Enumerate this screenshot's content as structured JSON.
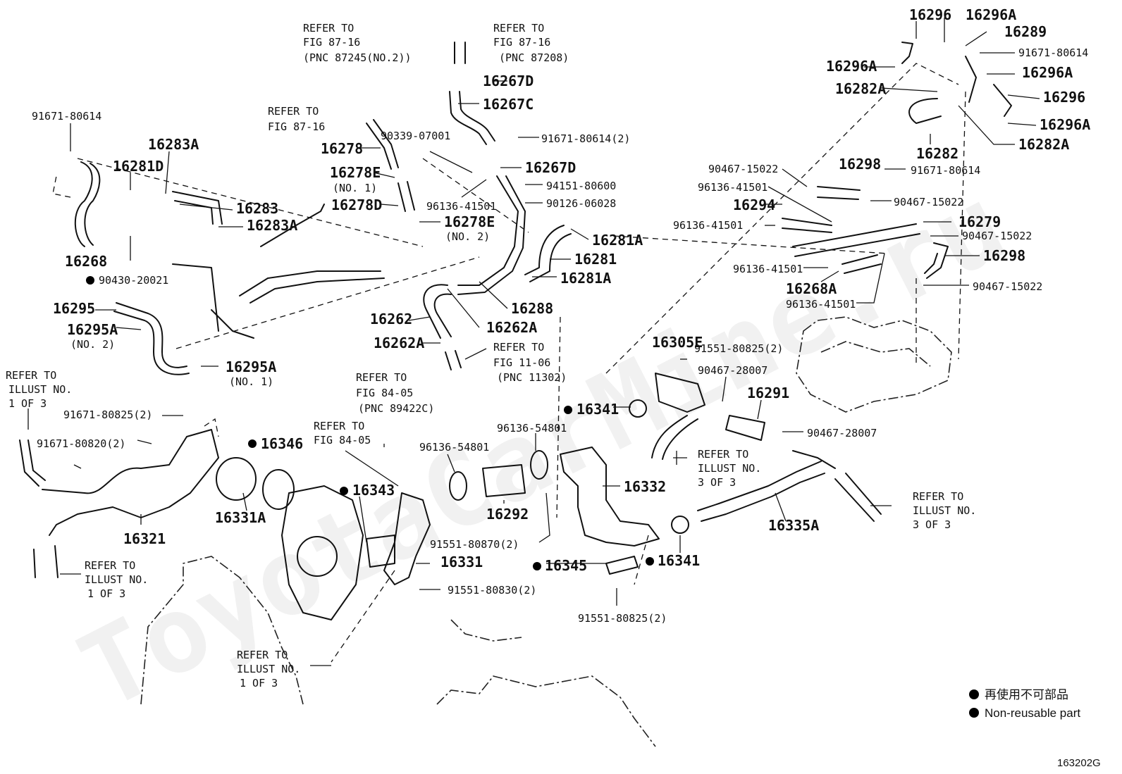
{
  "watermark": "ToyotaCarMine.ru",
  "figure_code": "163202G",
  "legend": {
    "line_cn": "再使用不可部品",
    "line_en": "Non-reusable part"
  },
  "refer_notes": {
    "fig87_16_a": {
      "l1": "REFER TO",
      "l2": "FIG 87-16",
      "l3": "(PNC 87245(NO.2))"
    },
    "fig87_16_b": {
      "l1": "REFER TO",
      "l2": "FIG 87-16",
      "l3": "(PNC 87208)"
    },
    "fig87_16_c": {
      "l1": "REFER TO",
      "l2": "FIG 87-16"
    },
    "fig11_06": {
      "l1": "REFER TO",
      "l2": "FIG 11-06",
      "l3": "(PNC 11302)"
    },
    "fig84_05_a": {
      "l1": "REFER TO",
      "l2": "FIG 84-05",
      "l3": "(PNC 89422C)"
    },
    "fig84_05_b": {
      "l1": "REFER TO",
      "l2": "FIG 84-05"
    },
    "illust_left_top": {
      "l1": "REFER TO",
      "l2": "ILLUST NO.",
      "l3": "1 OF 3"
    },
    "illust_left_mid": {
      "l1": "REFER TO",
      "l2": "ILLUST NO.",
      "l3": "1 OF 3"
    },
    "illust_bottom": {
      "l1": "REFER TO",
      "l2": "ILLUST NO.",
      "l3": "1 OF 3"
    },
    "illust_mid_right": {
      "l1": "REFER TO",
      "l2": "ILLUST NO.",
      "l3": "3 OF 3"
    },
    "illust_right": {
      "l1": "REFER TO",
      "l2": "ILLUST NO.",
      "l3": "3 OF 3"
    }
  },
  "labels": {
    "p16296_top": "16296",
    "p16296A_top": "16296A",
    "p16289": "16289",
    "p91671_80614_tr": "91671-80614",
    "p16296A_left": "16296A",
    "p16296A_mid": "16296A",
    "p16282A_left": "16282A",
    "p16296_right": "16296",
    "p16296A_right": "16296A",
    "p16282": "16282",
    "p16282A_right": "16282A",
    "p90467_15022_a": "90467-15022",
    "p16298_top": "16298",
    "p91671_80614_mr": "91671-80614",
    "p96136_41501_a": "96136-41501",
    "p90467_15022_b": "90467-15022",
    "p16294": "16294",
    "p96136_41501_b": "96136-41501",
    "p16279": "16279",
    "p90467_15022_c": "90467-15022",
    "p96136_41501_c": "96136-41501",
    "p16298_right": "16298",
    "p16268A": "16268A",
    "p90467_15022_d": "90467-15022",
    "p96136_41501_d": "96136-41501",
    "p91671_80614_l": "91671-80614",
    "p16283A_top": "16283A",
    "p16281D": "16281D",
    "p16283": "16283",
    "p16283A_bot": "16283A",
    "p16268": "16268",
    "p90430_20021": "90430-20021",
    "p16295": "16295",
    "p16295A_no2": "16295A",
    "p16295A_no2_sub": "(NO. 2)",
    "p16295A_no1": "16295A",
    "p16295A_no1_sub": "(NO. 1)",
    "p16267D_top": "16267D",
    "p16267C": "16267C",
    "p16278": "16278",
    "p90339_07001": "90339-07001",
    "p91671_80614_2": "91671-80614(2)",
    "p16267D_bot": "16267D",
    "p16278E_no1": "16278E",
    "p16278E_no1_sub": "(NO. 1)",
    "p94151_80600": "94151-80600",
    "p16278D": "16278D",
    "p96136_41501_m": "96136-41501",
    "p90126_06028": "90126-06028",
    "p16278E_no2": "16278E",
    "p16278E_no2_sub": "(NO. 2)",
    "p16281A_top": "16281A",
    "p16281": "16281",
    "p16281A_bot": "16281A",
    "p16288": "16288",
    "p16262": "16262",
    "p16262A_right": "16262A",
    "p16262A_left": "16262A",
    "p16305E": "16305E",
    "p91551_80825_2_top": "91551-80825(2)",
    "p90467_28007_a": "90467-28007",
    "p16291": "16291",
    "p16341_left": "16341",
    "p90467_28007_b": "90467-28007",
    "p91671_80825_2": "91671-80825(2)",
    "p91671_80820_2": "91671-80820(2)",
    "p16346": "16346",
    "p96136_54801_a": "96136-54801",
    "p96136_54801_b": "96136-54801",
    "p16343": "16343",
    "p16332": "16332",
    "p16331A": "16331A",
    "p16292": "16292",
    "p16321": "16321",
    "p91551_80870_2": "91551-80870(2)",
    "p16331": "16331",
    "p16345": "16345",
    "p16341_right": "16341",
    "p16335A": "16335A",
    "p91551_80830_2": "91551-80830(2)",
    "p91551_80825_2_bot": "91551-80825(2)"
  }
}
